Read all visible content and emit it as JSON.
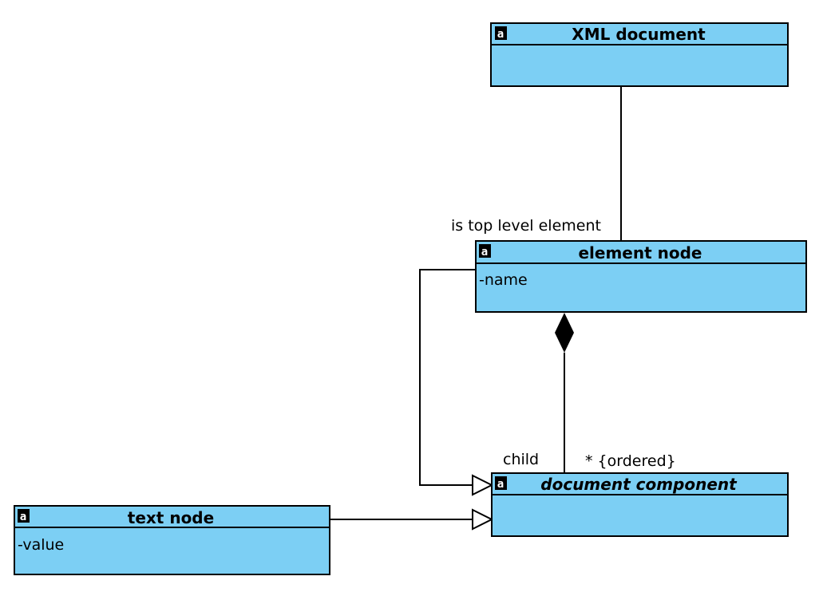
{
  "classes": {
    "xml_document": {
      "name": "XML document",
      "attributes": [],
      "icon": "a"
    },
    "element_node": {
      "name": "element node",
      "attributes": [
        "-name"
      ],
      "icon": "a"
    },
    "document_component": {
      "name": "document component",
      "attributes": [],
      "icon": "a",
      "abstract": true
    },
    "text_node": {
      "name": "text node",
      "attributes": [
        "-value"
      ],
      "icon": "a"
    }
  },
  "relations": {
    "top_level": {
      "label": "is top level element"
    },
    "composition": {
      "role": "child",
      "multiplicity": "* {ordered}"
    }
  },
  "colors": {
    "class_fill": "#7ccff4",
    "line": "#000000"
  }
}
